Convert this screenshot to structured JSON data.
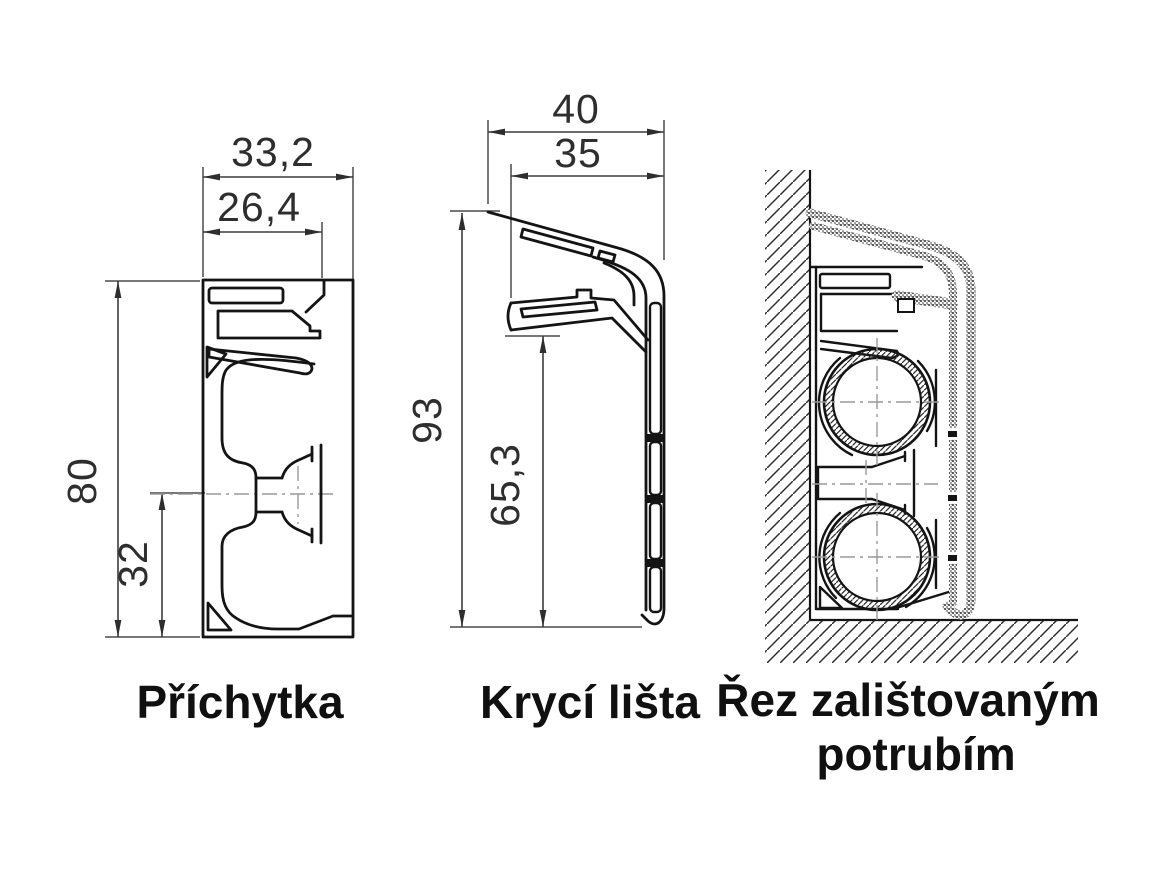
{
  "drawing": {
    "title": "Skirting duct profile cross-sections",
    "colors": {
      "line": "#141414",
      "dimension": "#3c3c3c",
      "centerline": "#999999",
      "background": "#ffffff"
    },
    "panels": [
      {
        "id": "prichytka",
        "caption": "Příchytka",
        "dimensions": {
          "overall_width": "33,2",
          "inner_width": "26,4",
          "overall_height": "80",
          "lower_height": "32"
        }
      },
      {
        "id": "kryci-lista",
        "caption": "Krycí lišta",
        "dimensions": {
          "overall_width": "40",
          "inner_width": "35",
          "overall_height": "93",
          "lower_height": "65,3"
        }
      },
      {
        "id": "rez-zalistovanym-potrubim",
        "caption_line1": "Řez zalištovaným",
        "caption_line2": "potrubím"
      }
    ]
  }
}
